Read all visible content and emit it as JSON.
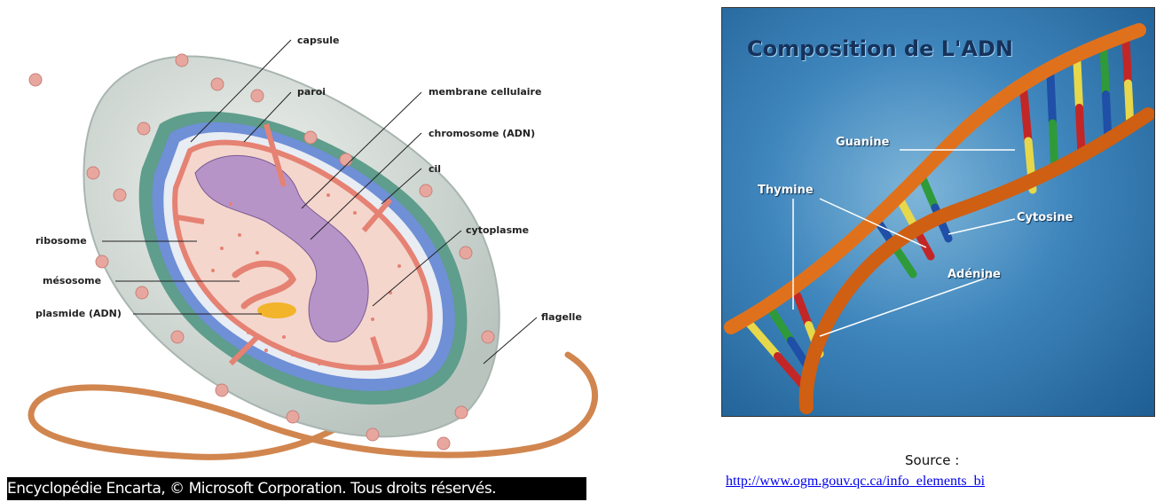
{
  "bacterium": {
    "labels": {
      "capsule": "capsule",
      "paroi": "paroi",
      "membrane": "membrane cellulaire",
      "chromosome": "chromosome (ADN)",
      "cil": "cil",
      "cytoplasme": "cytoplasme",
      "ribosome": "ribosome",
      "mesosome": "mésosome",
      "plasmide": "plasmide (ADN)",
      "flagelle": "flagelle"
    },
    "credit": "Encyclopédie Encarta, © Microsoft Corporation. Tous droits réservés."
  },
  "dna": {
    "title": "Composition de L'ADN",
    "labels": {
      "guanine": "Guanine",
      "thymine": "Thymine",
      "cytosine": "Cytosine",
      "adenine": "Adénine"
    },
    "base_colors": {
      "guanine": "#2f9a3a",
      "thymine": "#e6d84a",
      "cytosine": "#1f4fa6",
      "adenine": "#c32626"
    },
    "backbone_color": "#e0711c"
  },
  "source": {
    "label": "Source :",
    "link_text": "http://www.ogm.gouv.qc.ca/info_elements_bi"
  }
}
